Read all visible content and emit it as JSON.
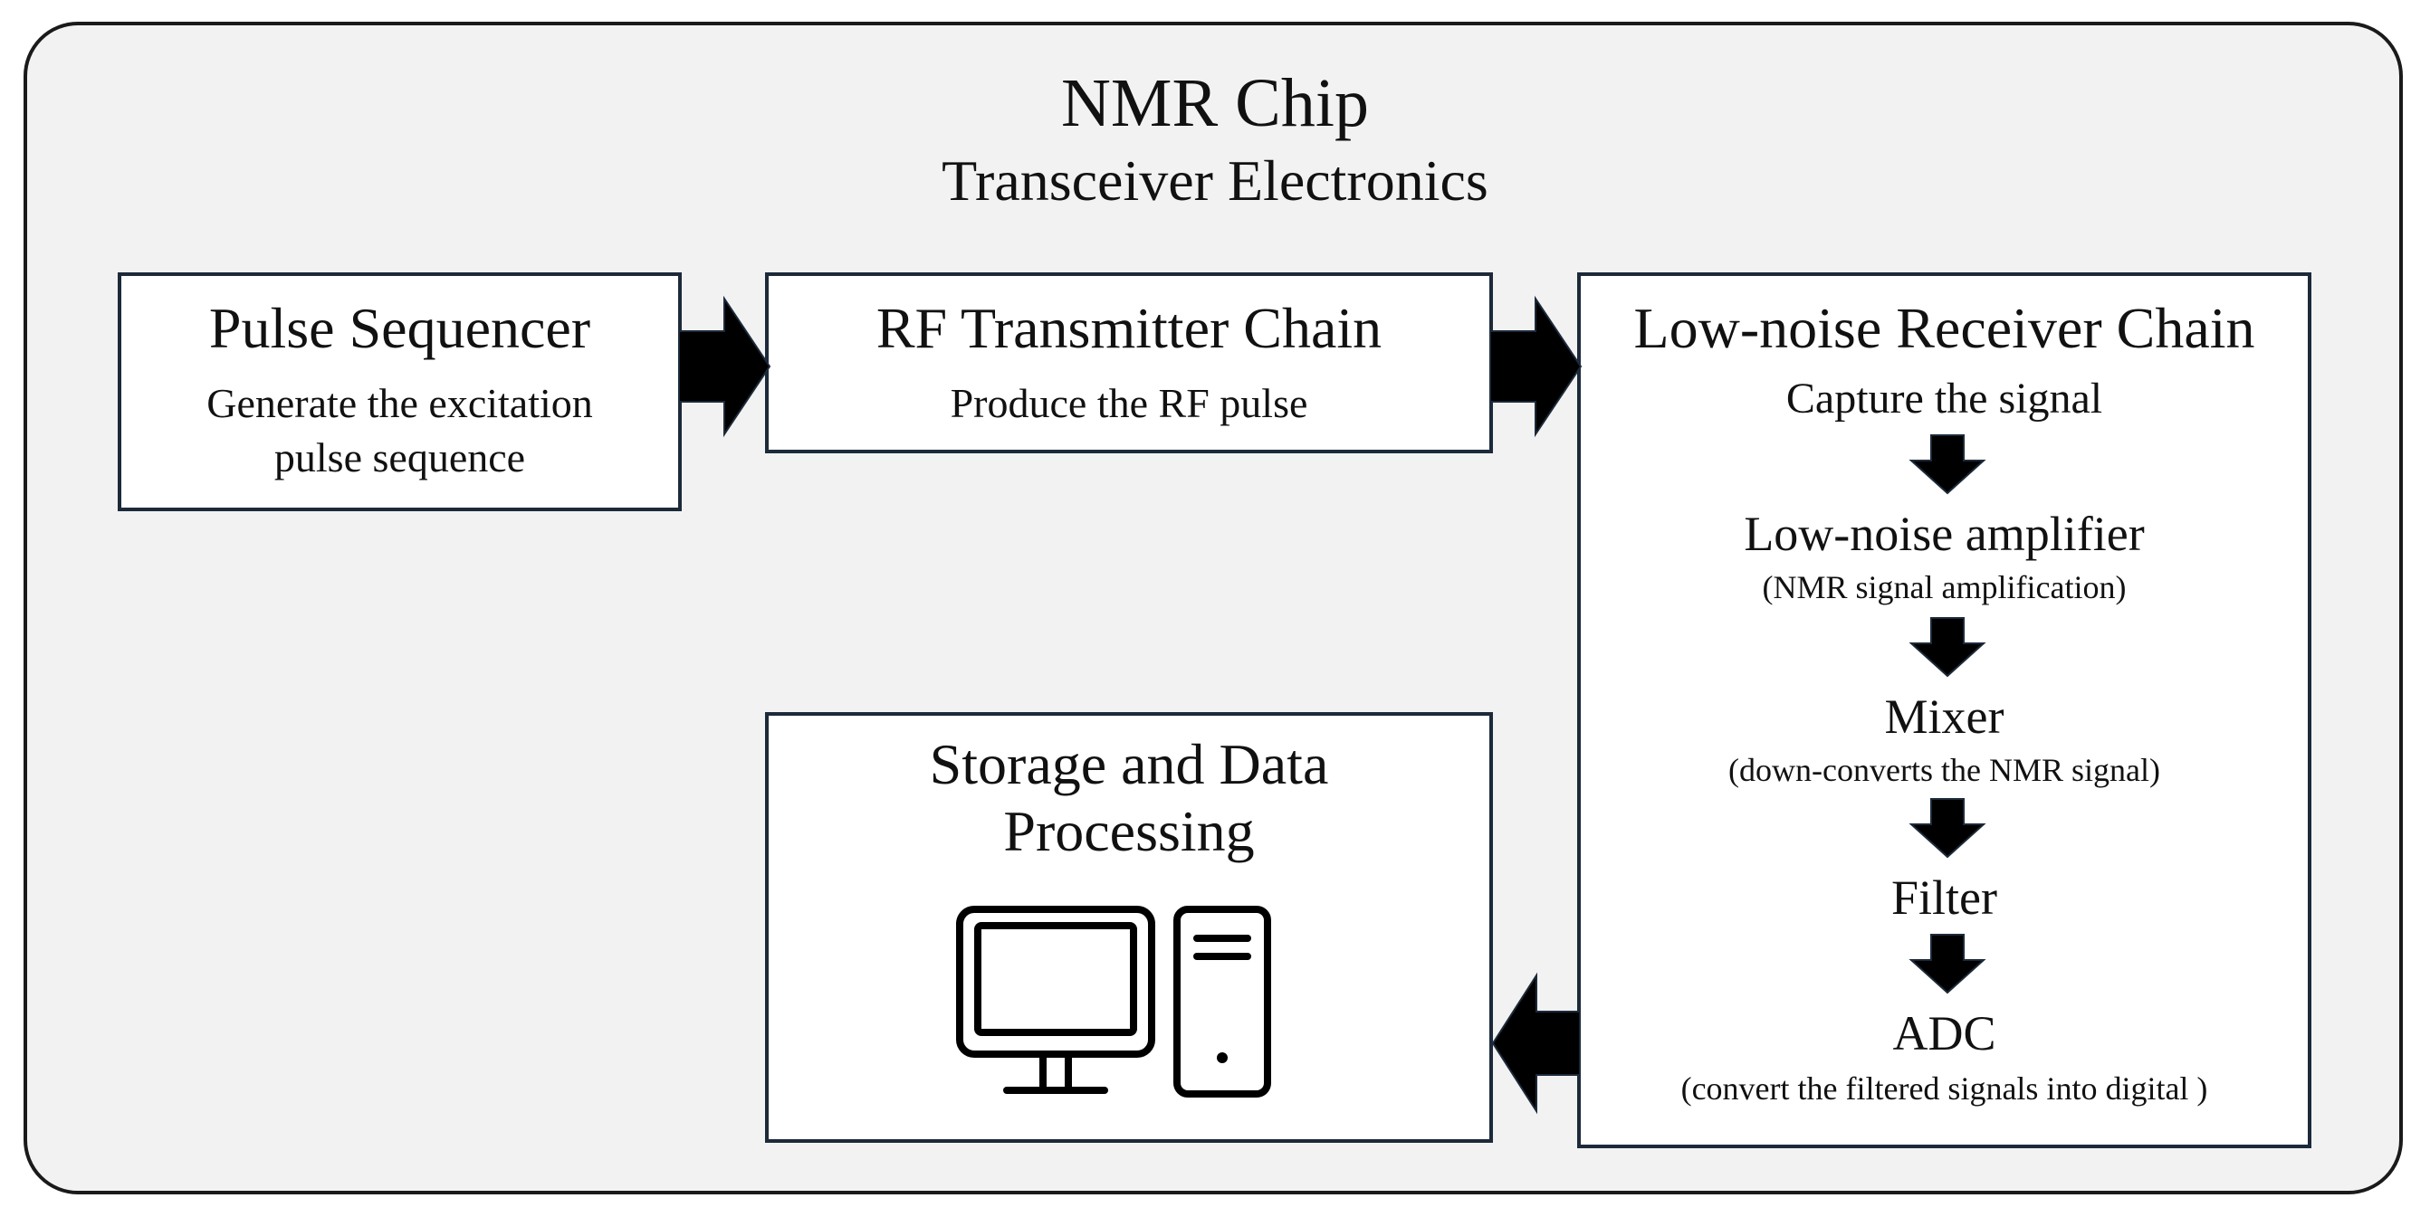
{
  "header": {
    "title": "NMR Chip",
    "subtitle": "Transceiver Electronics"
  },
  "pulse_sequencer": {
    "title": "Pulse Sequencer",
    "description_line1": "Generate the excitation",
    "description_line2": "pulse sequence"
  },
  "rf_transmitter": {
    "title": "RF Transmitter Chain",
    "description": "Produce the RF pulse"
  },
  "receiver_chain": {
    "title": "Low-noise Receiver Chain",
    "steps": [
      {
        "name": "Capture the signal",
        "note": ""
      },
      {
        "name": "Low-noise amplifier",
        "note": "(NMR signal amplification)"
      },
      {
        "name": "Mixer",
        "note": "(down-converts the NMR signal)"
      },
      {
        "name": "Filter",
        "note": ""
      },
      {
        "name": "ADC",
        "note": "(convert the filtered signals into digital )"
      }
    ]
  },
  "storage": {
    "title_line1": "Storage and Data",
    "title_line2": "Processing",
    "icon": "desktop-computer-icon"
  },
  "colors": {
    "background": "#f2f2f2",
    "box_border": "#1c2a3a",
    "arrow": "#000000",
    "arrow_edge": "#1c2a3a"
  }
}
